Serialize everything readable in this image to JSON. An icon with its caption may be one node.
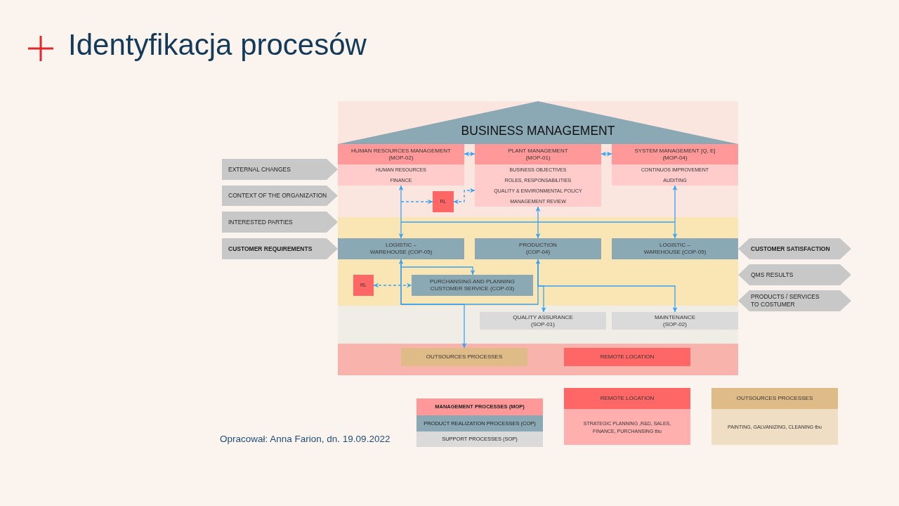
{
  "diagram": {
    "title": "Identyfikacja procesów",
    "nodes": [
      {
        "text": [
          "BUSINESS MANAGEMENT"
        ]
      },
      {
        "text": [
          "HUMAN RESOURCES MANAGEMENT (MOP-02)",
          "HUMAN RESOURCES",
          "FINANCE"
        ]
      },
      {
        "text": [
          "PLANT MANAGEMENT (MOP-01)",
          "BUSINESS OBJECTIVES",
          "ROLES, RESPONSABILITIES",
          "QUALITY & ENVIRONMENTAL POLICY",
          "MANAGEMENT REVIEW"
        ]
      },
      {
        "text": [
          "SYSTEM MANAGEMENT [Q, E] (MOP-04)",
          "CONTINUOS IMPROVEMENT",
          "AUDITING"
        ]
      },
      {
        "text": [
          "EXTERNAL CHANGES"
        ]
      },
      {
        "text": [
          "CONTEXT OF THE ORGANIZATION"
        ]
      },
      {
        "text": [
          "RL"
        ]
      },
      {
        "text": [
          "INTERESTED PARTIES"
        ]
      },
      {
        "text": [
          "CUSTOMER REQUIREMENTS"
        ]
      },
      {
        "text": [
          "LOGISTIC – WAREHOUSE (COP-05)"
        ]
      },
      {
        "text": [
          "PRODUCTION (COP-04)"
        ]
      },
      {
        "text": [
          "LOGISTIC – WAREHOUSE (COP-05)"
        ]
      },
      {
        "text": [
          "CUSTOMER SATISFACTION"
        ]
      },
      {
        "text": [
          "QMS RESULTS"
        ]
      },
      {
        "text": [
          "RL"
        ]
      },
      {
        "text": [
          "PURCHANSING AND PLANNING CUSTOMER SERVICE (COP-03)"
        ]
      },
      {
        "text": [
          "PRODUCTS / SERVICES TO COSTUMER"
        ]
      },
      {
        "text": [
          "QUALITY ASSURANCE (SOP-01)"
        ]
      },
      {
        "text": [
          "MAINTENANCE (SOP-02)"
        ]
      },
      {
        "text": [
          "OUTSOURCES PROCESSES"
        ]
      },
      {
        "text": [
          "REMOTE LOCATION"
        ]
      },
      {
        "text": [
          "REMOTE LOCATION",
          "STRATEGIC PLANNING ,R&D, SALES, FINANCE, PURCHANSING tbu"
        ]
      },
      {
        "text": [
          "OUTSOURCES PROCESSES",
          "PAINTING, GALVANIZING, CLEANING tbu"
        ]
      }
    ],
    "edges": [
      {
        "from": 1,
        "to": 2,
        "arrow": "both"
      },
      {
        "from": 2,
        "to": 3,
        "arrow": "both"
      },
      {
        "from": 1,
        "to": 9,
        "arrow": "both"
      },
      {
        "from": 2,
        "to": 10,
        "arrow": "both"
      },
      {
        "from": 3,
        "to": 11,
        "arrow": "both"
      },
      {
        "from": null,
        "to": 6,
        "arrow": "to",
        "style": "dashed"
      },
      {
        "from": 6,
        "to": 2,
        "arrow": "both",
        "style": "dashed"
      },
      {
        "from": 9,
        "to": 10,
        "arrow": "both"
      },
      {
        "from": 9,
        "to": 15,
        "arrow": "to"
      },
      {
        "from": 10,
        "to": 17,
        "arrow": "to"
      },
      {
        "from": 10,
        "to": 18,
        "arrow": "to"
      },
      {
        "from": 9,
        "to": 19,
        "arrow": "to"
      },
      {
        "from": 14,
        "to": 15,
        "arrow": "both",
        "style": "dashed"
      }
    ],
    "labels": [
      "Opracował: Anna Farion, dn. 19.09.2022"
    ],
    "legend": [
      {
        "text": "MANAGEMENT PROCESSES (MOP)",
        "color": "#ff9999"
      },
      {
        "text": "PRODUCT REALIZATION PROCESSES (COP)",
        "color": "#8aa9b4"
      },
      {
        "text": "SUPPORT PROCESSES (SOP)",
        "color": "#dadada"
      }
    ]
  }
}
